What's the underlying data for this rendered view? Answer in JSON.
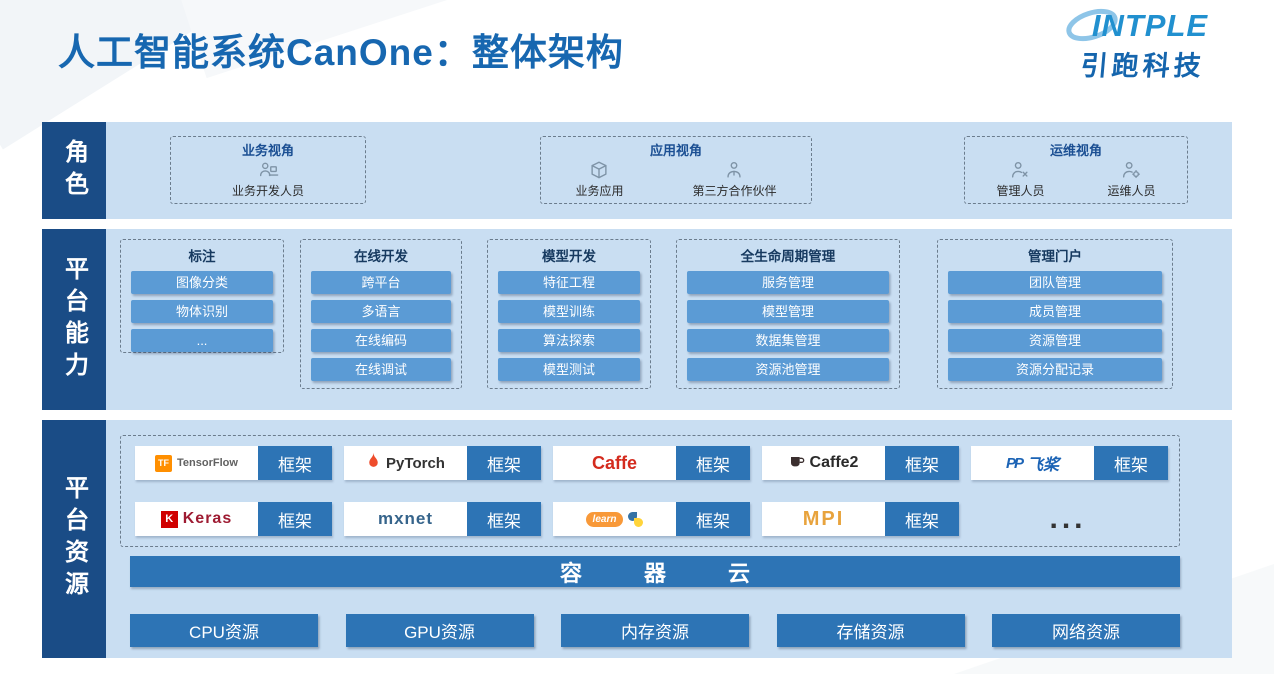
{
  "header": {
    "title": "人工智能系统CanOne：整体架构",
    "logo": {
      "brand": "INTPLE",
      "company": "引跑科技"
    }
  },
  "roles": {
    "band_label": "角色",
    "groups": [
      {
        "title": "业务视角",
        "items": [
          {
            "label": "业务开发人员"
          }
        ]
      },
      {
        "title": "应用视角",
        "items": [
          {
            "label": "业务应用"
          },
          {
            "label": "第三方合作伙伴"
          }
        ]
      },
      {
        "title": "运维视角",
        "items": [
          {
            "label": "管理人员"
          },
          {
            "label": "运维人员"
          }
        ]
      }
    ]
  },
  "capabilities": {
    "band_label": "平台能力",
    "groups": [
      {
        "title": "标注",
        "items": [
          "图像分类",
          "物体识别",
          "..."
        ]
      },
      {
        "title": "在线开发",
        "items": [
          "跨平台",
          "多语言",
          "在线编码",
          "在线调试"
        ]
      },
      {
        "title": "模型开发",
        "items": [
          "特征工程",
          "模型训练",
          "算法探索",
          "模型测试"
        ]
      },
      {
        "title": "全生命周期管理",
        "items": [
          "服务管理",
          "模型管理",
          "数据集管理",
          "资源池管理"
        ]
      },
      {
        "title": "管理门户",
        "items": [
          "团队管理",
          "成员管理",
          "资源管理",
          "资源分配记录"
        ]
      }
    ]
  },
  "resources": {
    "band_label": "平台资源",
    "frameworks": {
      "suffix": "框架",
      "row1": [
        "TensorFlow",
        "PyTorch",
        "Caffe",
        "Caffe2",
        "飞桨"
      ],
      "row2": [
        "Keras",
        "mxnet",
        "learn",
        "MPI"
      ],
      "more": "...",
      "tf_mark": "TF",
      "keras_mark": "K",
      "pp_mark": "PP"
    },
    "container_cloud": "容器云",
    "resource_items": [
      "CPU资源",
      "GPU资源",
      "内存资源",
      "存储资源",
      "网络资源"
    ]
  }
}
